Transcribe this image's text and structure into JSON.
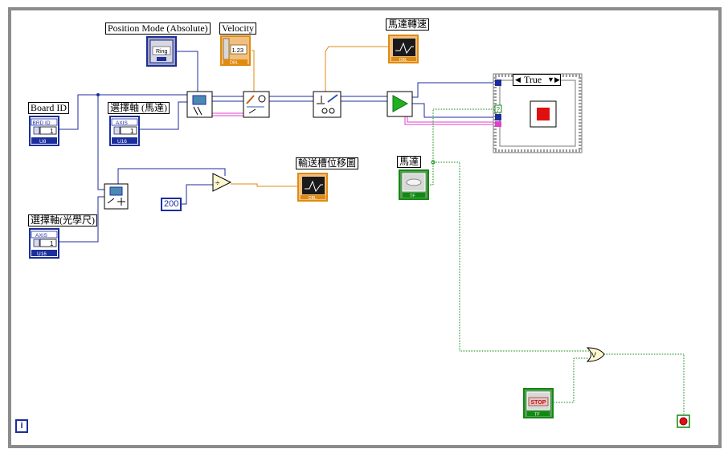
{
  "labels": {
    "position_mode": "Position Mode (Absolute)",
    "velocity": "Velocity",
    "motor_speed": "馬達轉速",
    "board_id": "Board ID",
    "axis_motor": "選擇軸 (馬達)",
    "axis_scale": "選擇軸(光學尺)",
    "conveyor_move": "輸送槽位移圖",
    "motor": "馬達"
  },
  "terminals": {
    "ring": "Ring",
    "numeric_display": "1.23",
    "dbl": "DBL",
    "u8": "U8",
    "u16": "U16",
    "brd_id": "BRD ID",
    "axis": "AXIS",
    "one": "1",
    "tf": "TF",
    "stop": "STOP",
    "divide": "÷",
    "or": "V"
  },
  "constants": {
    "divisor": "200"
  },
  "case_structure": {
    "selector": "True"
  },
  "colors": {
    "wire_i32": "#1c2e9c",
    "wire_dbl": "#e08a10",
    "wire_cluster": "#e040c8",
    "wire_bool": "#118a11",
    "frame": "#8c8c8c"
  },
  "status": {
    "info": "i"
  }
}
